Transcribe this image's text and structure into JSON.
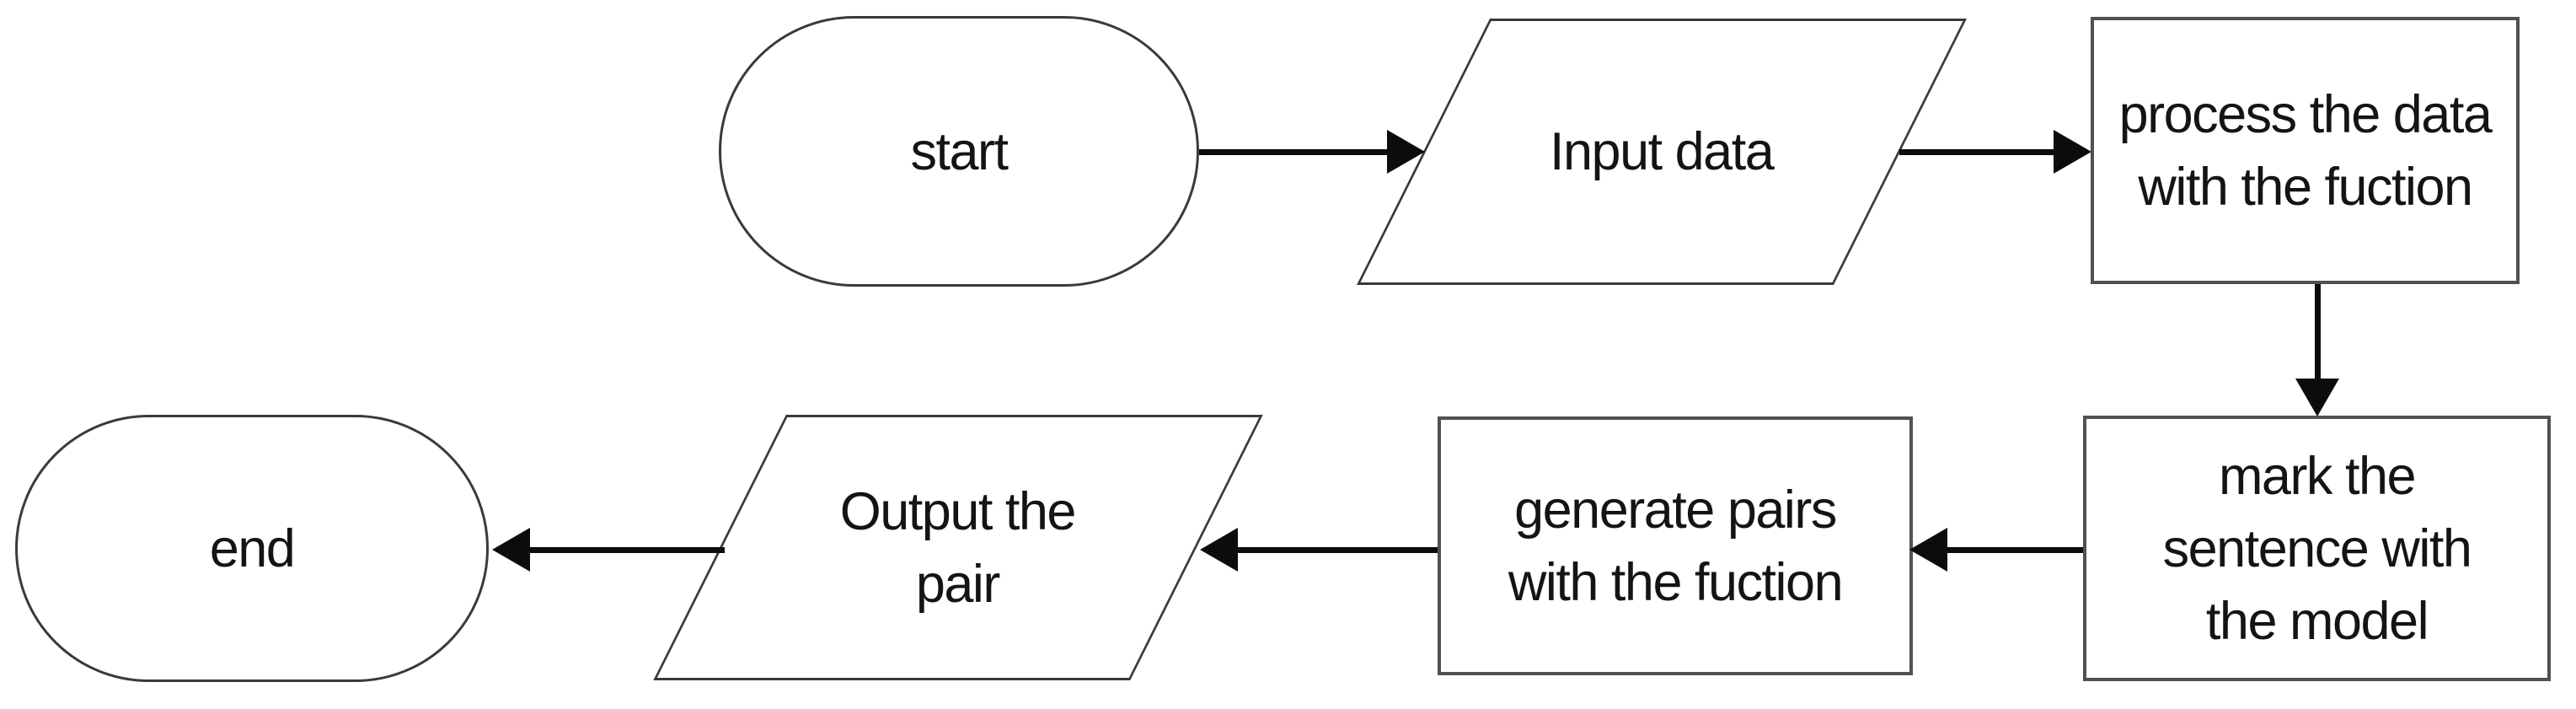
{
  "diagram": {
    "type": "flowchart",
    "colors": {
      "background": "#ffffff",
      "shape_border": "#3a3a3a",
      "rect_border": "#515151",
      "arrow": "#0c0c0c",
      "text": "#141414"
    },
    "nodes": {
      "start": {
        "type": "terminator",
        "label": "start"
      },
      "input": {
        "type": "input-output",
        "label": "Input data"
      },
      "process": {
        "type": "process",
        "label": "process the data\nwith the fuction"
      },
      "mark": {
        "type": "process",
        "label": "mark the\nsentence with\nthe model"
      },
      "generate": {
        "type": "process",
        "label": "generate pairs\nwith the fuction"
      },
      "output": {
        "type": "input-output",
        "label": "Output the\npair"
      },
      "end": {
        "type": "terminator",
        "label": "end"
      }
    },
    "edges": [
      {
        "from": "start",
        "to": "input"
      },
      {
        "from": "input",
        "to": "process"
      },
      {
        "from": "process",
        "to": "mark"
      },
      {
        "from": "mark",
        "to": "generate"
      },
      {
        "from": "generate",
        "to": "output"
      },
      {
        "from": "output",
        "to": "end"
      }
    ]
  }
}
